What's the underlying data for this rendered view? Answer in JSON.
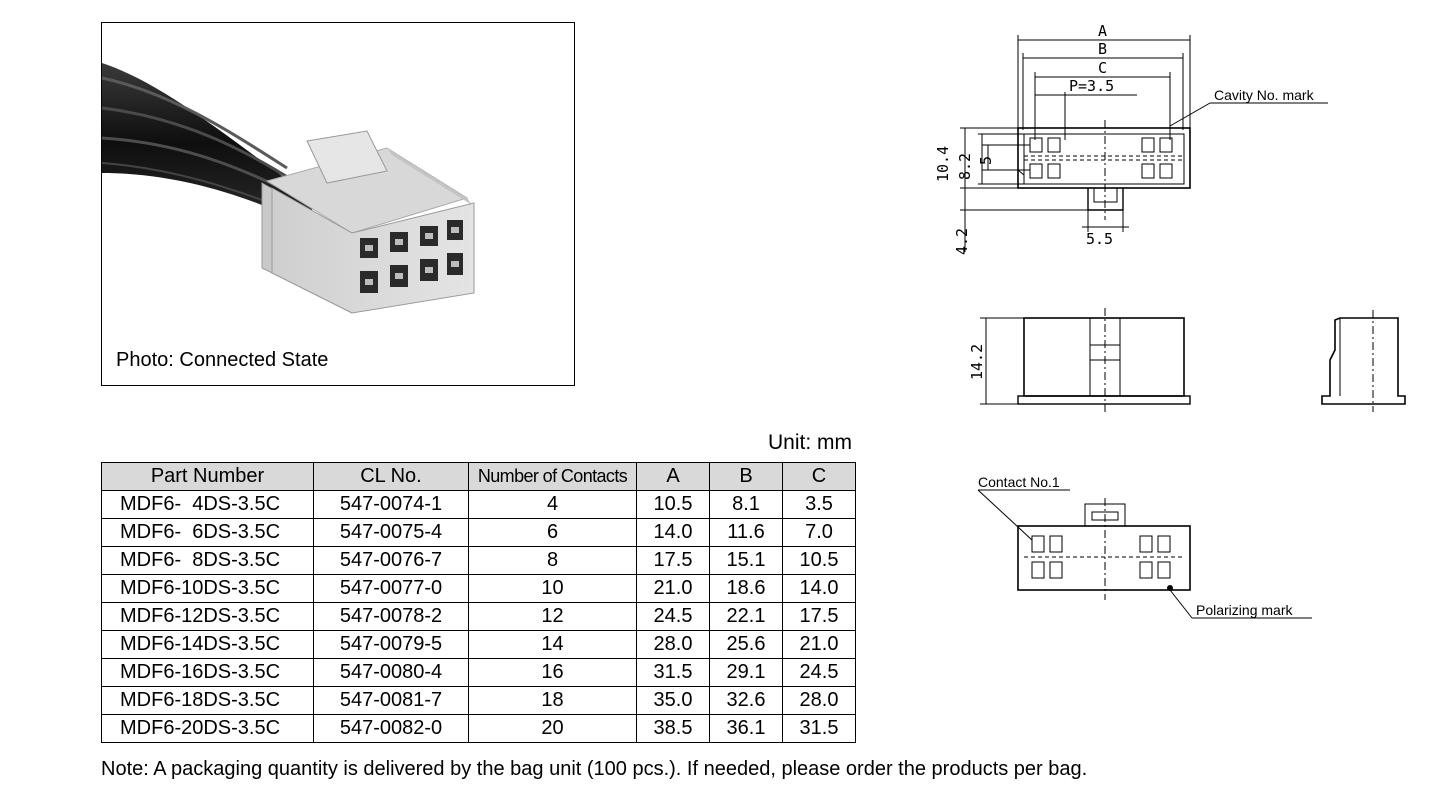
{
  "photo": {
    "caption": "Photo: Connected State"
  },
  "unit": "Unit: mm",
  "table": {
    "headers": [
      "Part Number",
      "CL No.",
      "Number of Contacts",
      "A",
      "B",
      "C"
    ],
    "rows": [
      [
        "MDF6-  4DS-3.5C",
        "547-0074-1",
        "4",
        "10.5",
        "8.1",
        "3.5"
      ],
      [
        "MDF6-  6DS-3.5C",
        "547-0075-4",
        "6",
        "14.0",
        "11.6",
        "7.0"
      ],
      [
        "MDF6-  8DS-3.5C",
        "547-0076-7",
        "8",
        "17.5",
        "15.1",
        "10.5"
      ],
      [
        "MDF6-10DS-3.5C",
        "547-0077-0",
        "10",
        "21.0",
        "18.6",
        "14.0"
      ],
      [
        "MDF6-12DS-3.5C",
        "547-0078-2",
        "12",
        "24.5",
        "22.1",
        "17.5"
      ],
      [
        "MDF6-14DS-3.5C",
        "547-0079-5",
        "14",
        "28.0",
        "25.6",
        "21.0"
      ],
      [
        "MDF6-16DS-3.5C",
        "547-0080-4",
        "16",
        "31.5",
        "29.1",
        "24.5"
      ],
      [
        "MDF6-18DS-3.5C",
        "547-0081-7",
        "18",
        "35.0",
        "32.6",
        "28.0"
      ],
      [
        "MDF6-20DS-3.5C",
        "547-0082-0",
        "20",
        "38.5",
        "36.1",
        "31.5"
      ]
    ]
  },
  "note": "Note: A packaging quantity is delivered by the bag unit (100 pcs.). If needed, please order the products per bag.",
  "drawing": {
    "dim_a": "A",
    "dim_b": "B",
    "dim_c": "C",
    "pitch": "P=3.5",
    "cavity_mark": "Cavity No. mark",
    "dim_10_4": "10.4",
    "dim_8_2": "8.2",
    "dim_5": "5",
    "dim_4_2": "4.2",
    "dim_5_5": "5.5",
    "dim_14_2": "14.2",
    "contact_no1": "Contact No.1",
    "polarizing_mark": "Polarizing mark"
  }
}
